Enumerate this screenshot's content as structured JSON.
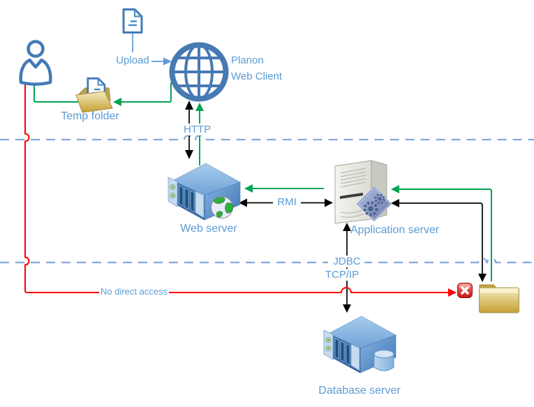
{
  "diagram": {
    "labels": {
      "planon_line1": "Planon",
      "planon_line2": "Web Client",
      "upload": "Upload",
      "temp_folder": "Temp folder",
      "http": "HTTP",
      "web_server": "Web server",
      "application_server": "Application server",
      "database_server": "Database server",
      "rmi": "RMI",
      "jdbc": "JDBC",
      "tcpip": "TCP/IP",
      "no_direct_access": "No direct access"
    },
    "icons": {
      "user": "user-icon",
      "upload_document": "document-icon",
      "web_client": "globe-icon",
      "temp_folder": "open-folder-icon",
      "web_server": "rack-server-globe-icon",
      "application_server": "tower-server-gears-icon",
      "database_server": "rack-server-database-icon",
      "shared_folder": "closed-folder-icon",
      "no_access": "red-x-icon"
    },
    "colors": {
      "icon_blue": "#4379B5",
      "label_blue": "#5B9BD5",
      "green": "#00A550",
      "red": "#FF0000",
      "black": "#000000",
      "boundary_blue": "#82AADC",
      "folder_gold": "#D9B44A",
      "server_blue": "#3E7CC1"
    }
  }
}
